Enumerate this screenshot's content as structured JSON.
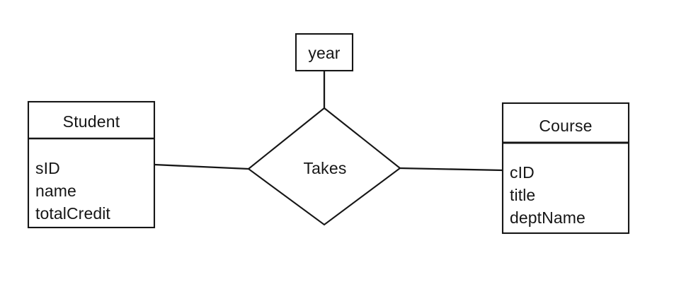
{
  "diagram": {
    "type": "entity-relationship-diagram",
    "background_color": "#ffffff",
    "line_color": "#161616",
    "entities": [
      {
        "id": "student",
        "name": "Student",
        "attributes": [
          "sID",
          "name",
          "totalCredit"
        ]
      },
      {
        "id": "course",
        "name": "Course",
        "attributes": [
          "cID",
          "title",
          "deptName"
        ]
      }
    ],
    "relationships": [
      {
        "id": "takes",
        "name": "Takes",
        "connects": [
          "Student",
          "Course"
        ],
        "attributes": [
          "year"
        ]
      }
    ],
    "relationship_attributes": [
      {
        "id": "year",
        "name": "year",
        "owner": "Takes"
      }
    ]
  }
}
